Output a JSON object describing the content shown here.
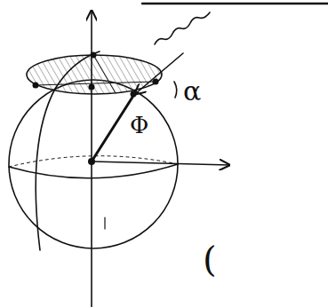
{
  "diagram": {
    "labels": [
      "Φ",
      "α",
      "("
    ]
  }
}
